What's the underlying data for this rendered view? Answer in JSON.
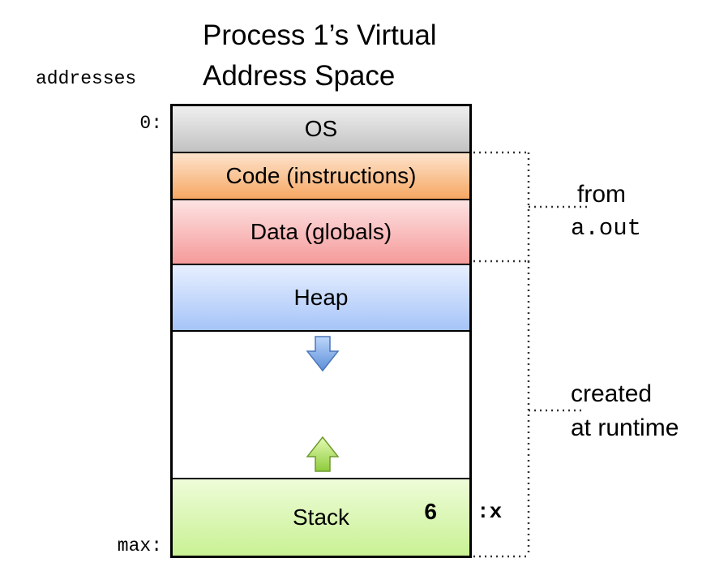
{
  "title": {
    "line1": "Process 1’s  Virtual",
    "line2": "Address Space"
  },
  "address_labels": {
    "header": "addresses",
    "start": "0:",
    "end": "max:"
  },
  "segments": {
    "os": "OS",
    "code": "Code (instructions)",
    "data": "Data (globals)",
    "heap": "Heap",
    "stack": "Stack"
  },
  "stack_variable": {
    "value": "6",
    "label": ":x"
  },
  "annotations": {
    "from_line1": "from",
    "from_line2": "a.out",
    "runtime_line1": "created",
    "runtime_line2": "at runtime"
  },
  "colors": {
    "os": "#c2c2c2",
    "code": "#f6a763",
    "data": "#f59a9a",
    "heap": "#a6c4f8",
    "stack": "#c9f194",
    "heap_arrow": "#6f9fe0",
    "stack_arrow": "#9ed84e"
  },
  "icons": {
    "heap_growth": "arrow-down-icon",
    "stack_growth": "arrow-up-icon"
  }
}
